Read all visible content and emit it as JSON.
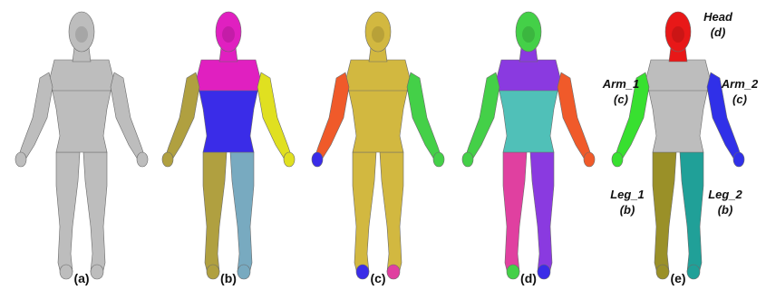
{
  "captions": [
    "(a)",
    "(b)",
    "(c)",
    "(d)",
    "(e)"
  ],
  "part_labels": {
    "head": {
      "name": "Head",
      "tag": "(d)"
    },
    "arm_1": {
      "name": "Arm_1",
      "tag": "(c)"
    },
    "arm_2": {
      "name": "Arm_2",
      "tag": "(c)"
    },
    "leg_1": {
      "name": "Leg_1",
      "tag": "(b)"
    },
    "leg_2": {
      "name": "Leg_2",
      "tag": "(b)"
    }
  },
  "colors": {
    "mesh_gray": "#bdbdbd",
    "magenta": "#e020c0",
    "blue": "#3a2ce8",
    "olive": "#b0a040",
    "yellow": "#e0e020",
    "steel_blue": "#78aac0",
    "gold": "#d2b840",
    "orange_red": "#f05a2a",
    "green": "#44d048",
    "purple": "#8a3ae0",
    "teal": "#50c0b8",
    "pink": "#e040a0",
    "red": "#e81818",
    "bright_green": "#38e030",
    "royal_blue": "#3030e8",
    "dark_olive": "#9a9028",
    "dark_teal": "#20a098"
  }
}
